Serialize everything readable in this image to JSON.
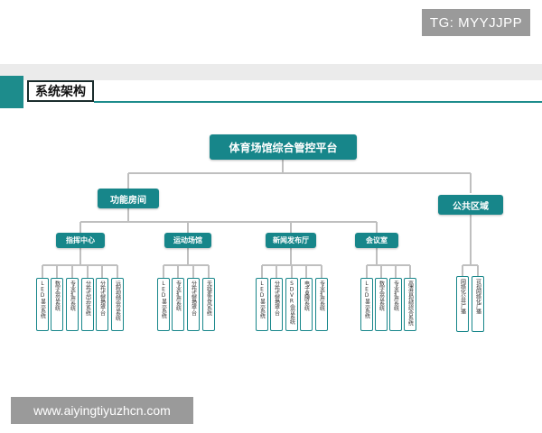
{
  "watermark_top": "TG: MYYJJPP",
  "watermark_bottom": "www.aiyingtiyuzhcn.com",
  "section_title": "系统架构",
  "tree": {
    "root": "体育场馆综合管控平台",
    "level1": [
      "功能房间",
      "公共区域"
    ],
    "level2": [
      "指挥中心",
      "运动场馆",
      "新闻发布厅",
      "会议室"
    ],
    "leaves": {
      "zhihui": [
        "LED显示系统",
        "数字会议系统",
        "专业扩声系统",
        "分布式中控系统",
        "分布式管理平台",
        "远程视频会议系统"
      ],
      "yundong": [
        "LED显示系统",
        "专业扩声系统",
        "分布式管理平台",
        "无线麦克风系统"
      ],
      "xinwen": [
        "LED显示系统",
        "分布式管理平台",
        "SDVR会议系统",
        "电子桌牌系统",
        "专业扩声系统"
      ],
      "huiyi": [
        "LED显示系统",
        "数字会议系统",
        "专业扩声系统",
        "高清音视频综合系统"
      ],
      "gonggong": [
        "网络化公共广播",
        "可视网络化广播"
      ]
    }
  },
  "colors": {
    "accent": "#17868a",
    "line": "#bfbfbf"
  }
}
